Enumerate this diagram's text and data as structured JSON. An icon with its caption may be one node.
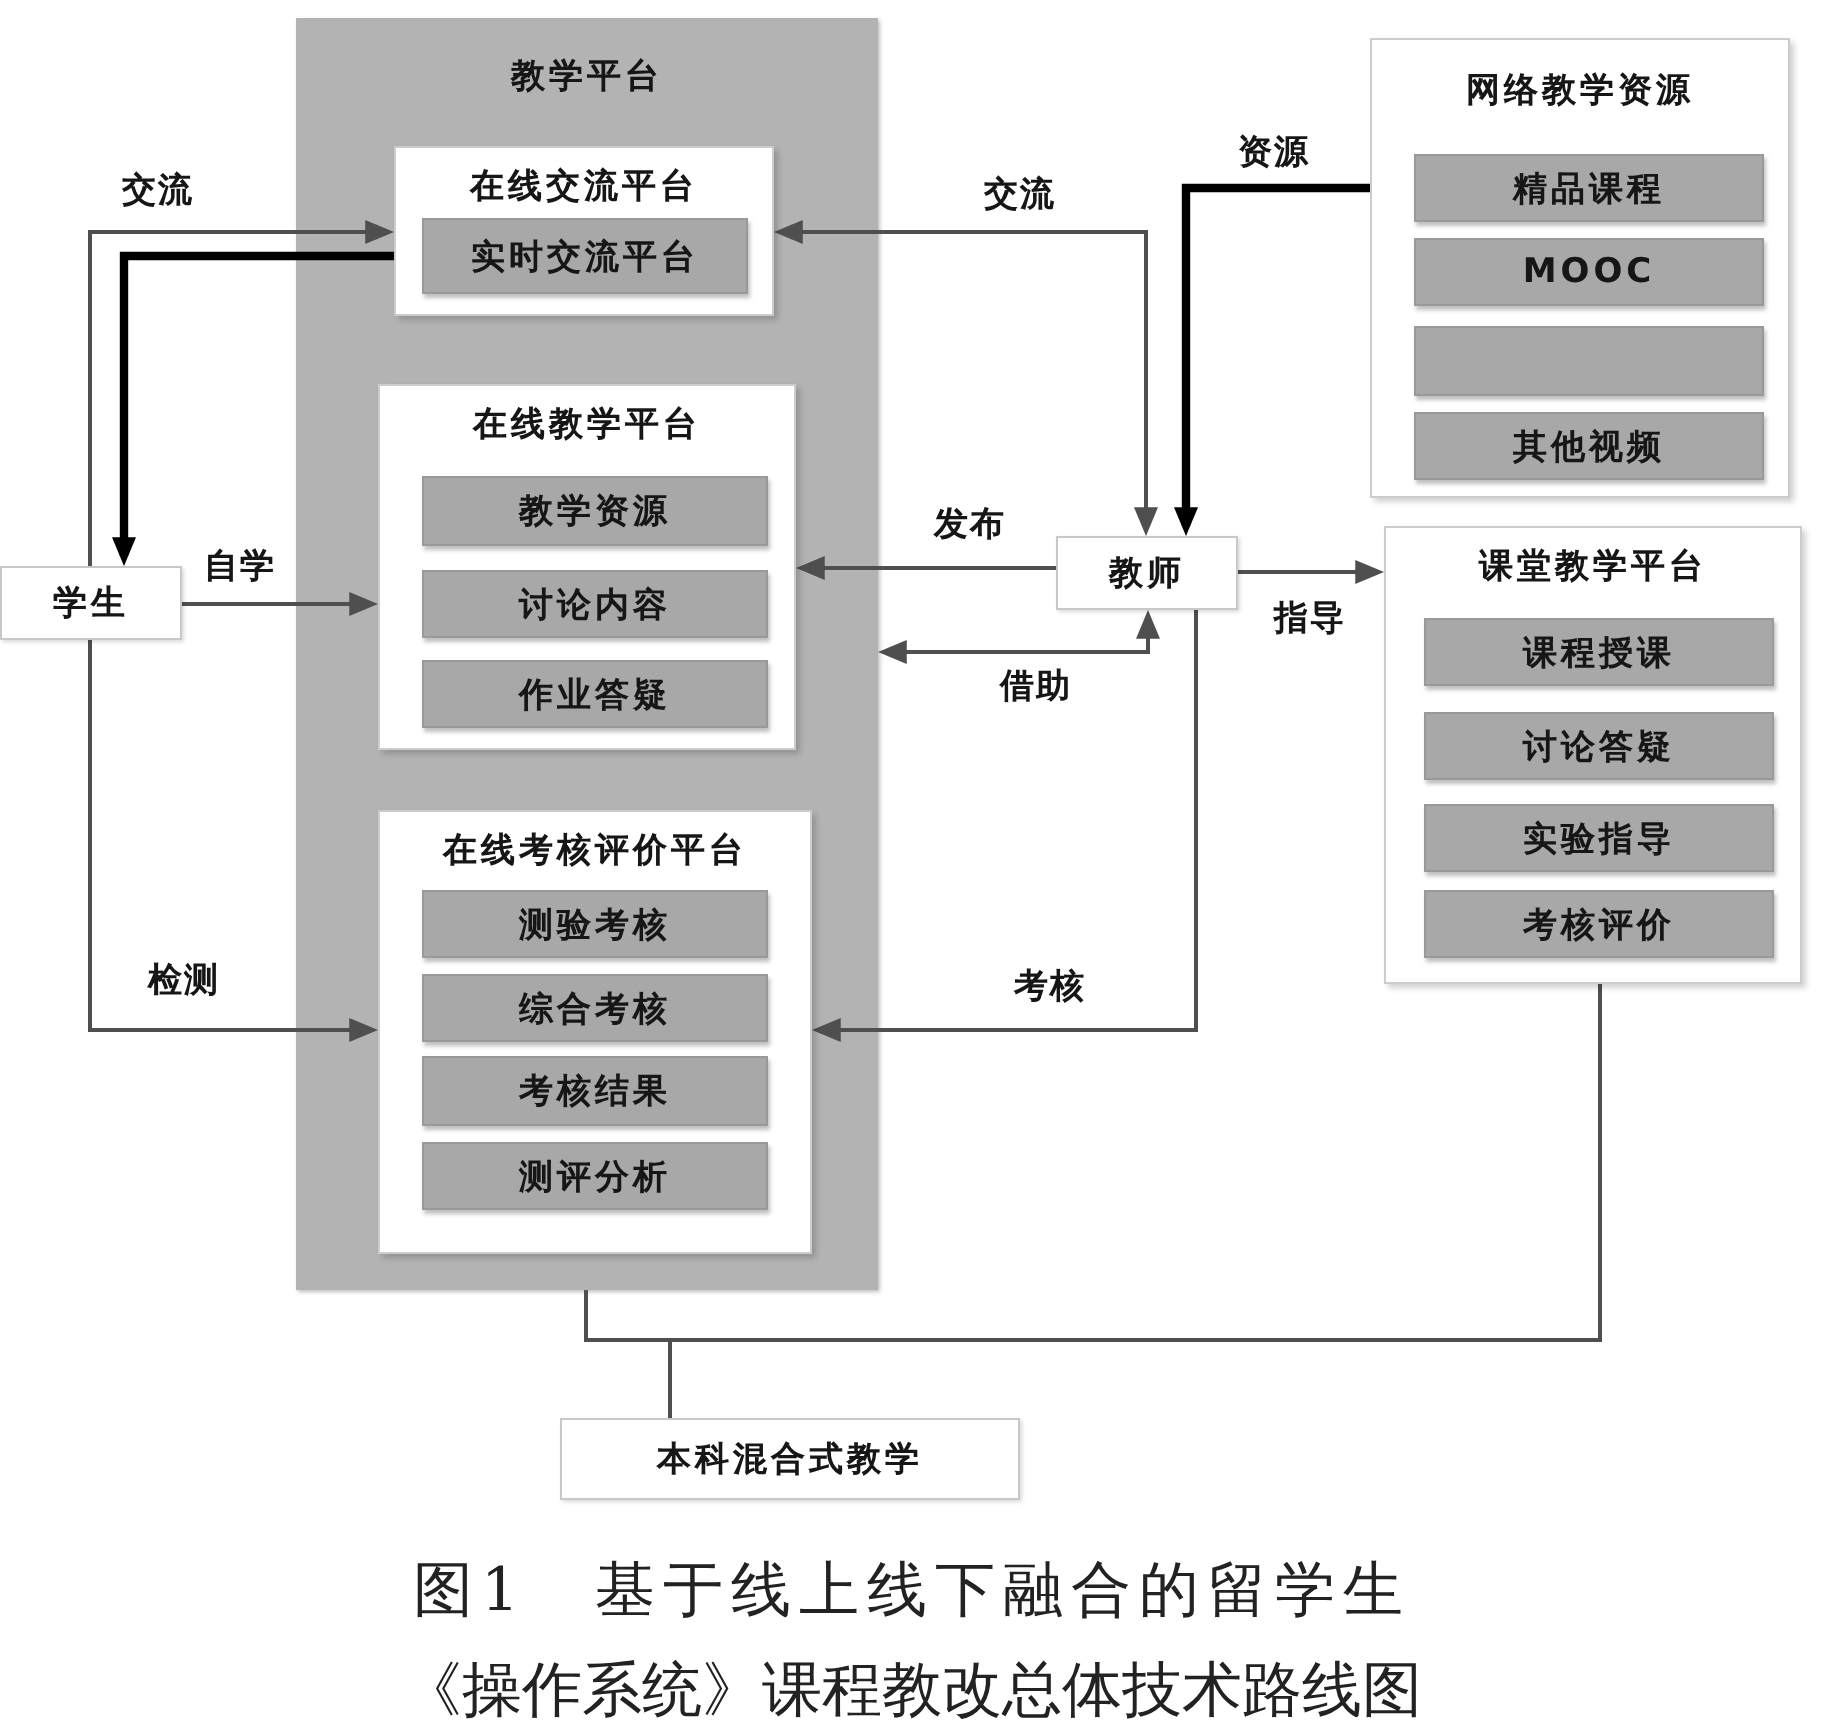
{
  "diagram": {
    "caption": "图1　基于线上线下融合的留学生《操作系统》课程教改总体技术路线图",
    "nodes": [
      {
        "text": [
          "教学平台"
        ]
      },
      {
        "text": [
          "在线交流平台"
        ],
        "in": 0
      },
      {
        "text": [
          "实时交流平台"
        ],
        "in": 1
      },
      {
        "text": [
          "在线教学平台"
        ],
        "in": 0
      },
      {
        "text": [
          "教学资源"
        ],
        "in": 3
      },
      {
        "text": [
          "讨论内容"
        ],
        "in": 3
      },
      {
        "text": [
          "作业答疑"
        ],
        "in": 3
      },
      {
        "text": [
          "在线考核评价平台"
        ],
        "in": 0
      },
      {
        "text": [
          "测验考核"
        ],
        "in": 7
      },
      {
        "text": [
          "综合考核"
        ],
        "in": 7
      },
      {
        "text": [
          "考核结果"
        ],
        "in": 7
      },
      {
        "text": [
          "测评分析"
        ],
        "in": 7
      },
      {
        "text": [
          "学生"
        ]
      },
      {
        "text": [
          "教师"
        ]
      },
      {
        "text": [
          "网络教学资源"
        ]
      },
      {
        "text": [
          "精品课程"
        ],
        "in": 14
      },
      {
        "text": [
          "MOOC"
        ],
        "in": 14
      },
      {
        "text": [],
        "shape": "box",
        "in": 14
      },
      {
        "text": [
          "其他视频"
        ],
        "in": 14
      },
      {
        "text": [
          "课堂教学平台"
        ]
      },
      {
        "text": [
          "课程授课"
        ],
        "in": 19
      },
      {
        "text": [
          "讨论答疑"
        ],
        "in": 19
      },
      {
        "text": [
          "实验指导"
        ],
        "in": 19
      },
      {
        "text": [
          "考核评价"
        ],
        "in": 19
      },
      {
        "text": [
          "本科混合式教学"
        ]
      }
    ],
    "edges": [
      {
        "from": 12,
        "to": 1,
        "arrow": "to",
        "label": "交流"
      },
      {
        "from": 1,
        "to": 12,
        "arrow": "to",
        "style": "thick",
        "color": "#000000"
      },
      {
        "from": 13,
        "to": 1,
        "arrow": "both",
        "label": "交流"
      },
      {
        "from": 14,
        "to": 13,
        "arrow": "to",
        "label": "资源",
        "style": "thick",
        "color": "#000000"
      },
      {
        "from": 12,
        "to": 3,
        "arrow": "to",
        "label": "自学"
      },
      {
        "from": 13,
        "to": 3,
        "arrow": "to",
        "label": "发布"
      },
      {
        "from": 13,
        "to": 0,
        "arrow": "both",
        "label": "借助"
      },
      {
        "from": 13,
        "to": 19,
        "arrow": "to",
        "label": "指导"
      },
      {
        "from": 12,
        "to": 7,
        "arrow": "to",
        "label": "检测"
      },
      {
        "from": 13,
        "to": 7,
        "arrow": "to",
        "label": "考核"
      },
      {
        "from": 0,
        "to": 24,
        "arrow": "none"
      },
      {
        "from": 19,
        "to": 24,
        "arrow": "none"
      }
    ]
  }
}
